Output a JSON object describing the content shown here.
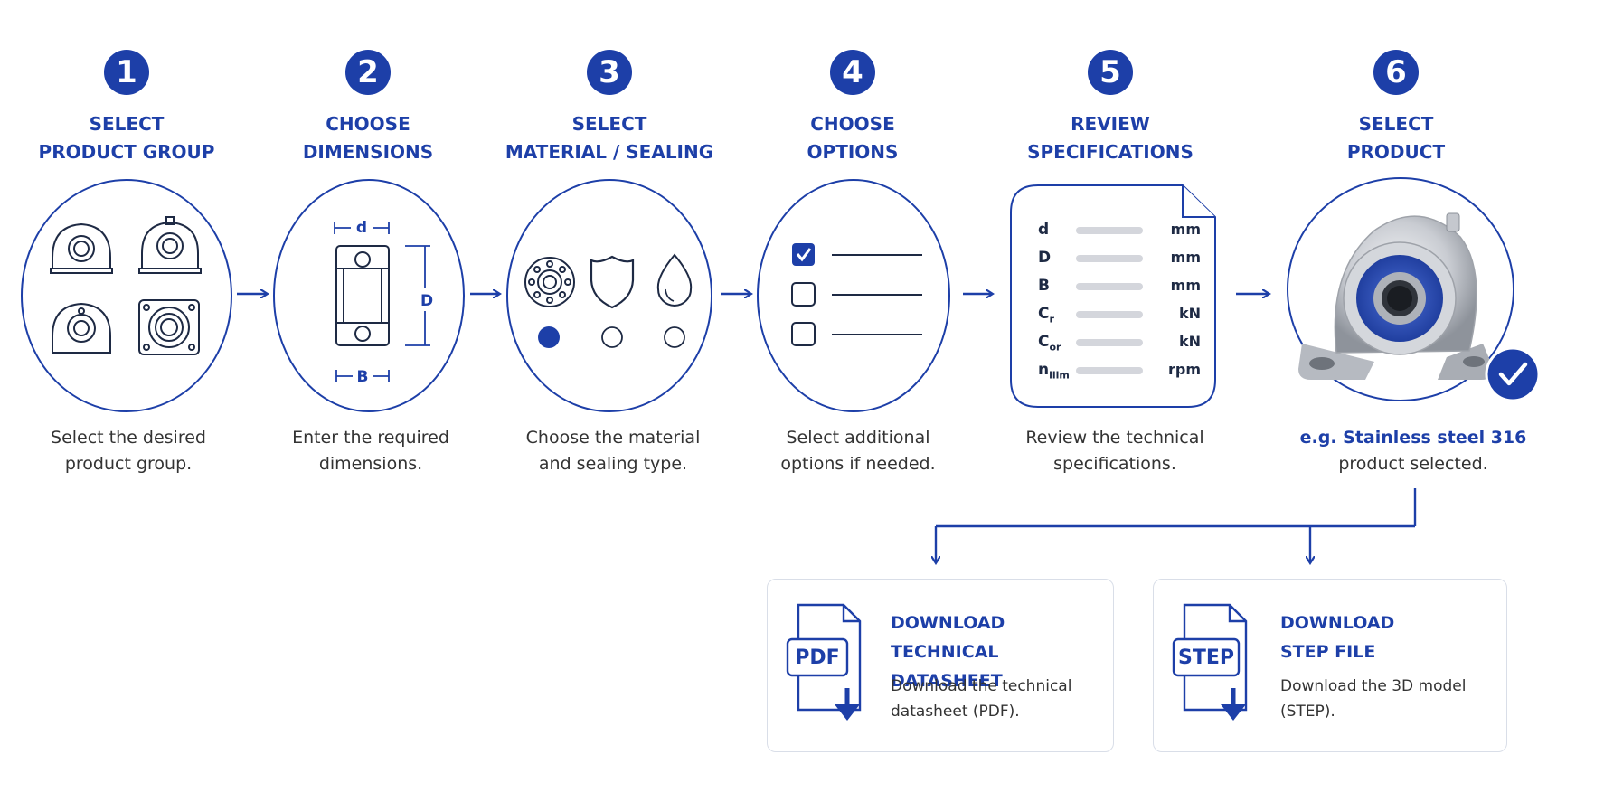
{
  "steps": [
    {
      "number": "1",
      "title_line1": "SELECT",
      "title_line2": "PRODUCT GROUP",
      "desc_line1": "Select the desired",
      "desc_line2": "product group."
    },
    {
      "number": "2",
      "title_line1": "CHOOSE",
      "title_line2": "DIMENSIONS",
      "desc_line1": "Enter the required",
      "desc_line2": "dimensions."
    },
    {
      "number": "3",
      "title_line1": "SELECT",
      "title_line2": "MATERIAL / SEALING",
      "desc_line1": "Choose the material",
      "desc_line2": "and sealing type."
    },
    {
      "number": "4",
      "title_line1": "CHOOSE",
      "title_line2": "OPTIONS",
      "desc_line1": "Select additional",
      "desc_line2": "options if needed."
    },
    {
      "number": "5",
      "title_line1": "REVIEW",
      "title_line2": "SPECIFICATIONS",
      "desc_line1": "Review the technical",
      "desc_line2": "specifications."
    },
    {
      "number": "6",
      "title_line1": "SELECT",
      "title_line2": "PRODUCT",
      "desc_highlight": "e.g. Stainless steel 316",
      "desc_line2": "product selected."
    }
  ],
  "dimension_labels": {
    "d": "d",
    "D": "D",
    "B": "B"
  },
  "specs": [
    {
      "symbol": "d",
      "sub": "",
      "unit": "mm"
    },
    {
      "symbol": "D",
      "sub": "",
      "unit": "mm"
    },
    {
      "symbol": "B",
      "sub": "",
      "unit": "mm"
    },
    {
      "symbol": "C",
      "sub": "r",
      "unit": "kN"
    },
    {
      "symbol": "C",
      "sub": "or",
      "unit": "kN"
    },
    {
      "symbol": "n",
      "sub": "llim",
      "unit": "rpm"
    }
  ],
  "downloads": [
    {
      "badge": "PDF",
      "title_line1": "DOWNLOAD",
      "title_line2": "TECHNICAL DATASHEET",
      "desc_line1": "Download the technical",
      "desc_line2": "datasheet (PDF)."
    },
    {
      "badge": "STEP",
      "title_line1": "DOWNLOAD",
      "title_line2": "STEP FILE",
      "desc_line1": "Download the 3D model",
      "desc_line2": "(STEP)."
    }
  ],
  "colors": {
    "accent": "#1d3fa8",
    "text": "#333333",
    "bar": "#d4d6dc",
    "card_border": "#d9dee8"
  }
}
